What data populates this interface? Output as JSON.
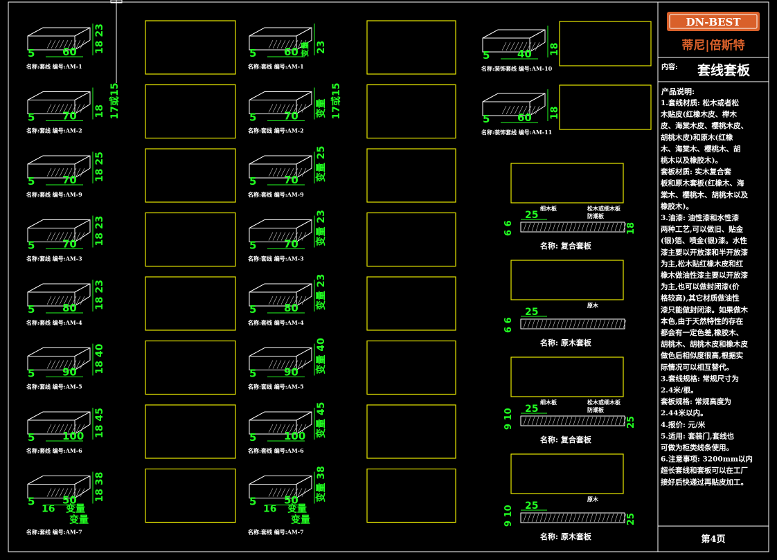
{
  "brand": {
    "logo_text": "DN-BEST",
    "cn_name": "蒂尼|倍斯特",
    "accent": "#d9602a"
  },
  "panel": {
    "content_label": "内容:",
    "content_title": "套线套板",
    "desc_title": "产品说明:",
    "desc_lines": [
      "  1.套线材质: 松木或者松",
      "木贴皮(红橡木皮、榉木",
      "皮、海棠木皮、樱桃木皮、",
      "胡桃木皮)和原木(红橡",
      "木、海棠木、樱桃木、胡",
      "桃木以及橡胶木)。",
      "  套板材质: 实木复合套",
      "板和原木套板(红橡木、海",
      "棠木、樱桃木、胡桃木以及",
      "橡胶木)。",
      "  3.油漆: 油性漆和水性漆",
      "两种工艺,可以做旧、贴金",
      "(银)箔、喷金(银)漆。水性",
      "漆主要以开放漆和半开放漆",
      "为主,松木贴红橡木皮和红",
      "橡木做油性漆主要以开放漆",
      "为主,也可以做封闭漆(价",
      "格较高),其它材质做油性",
      "漆只能做封闭漆。如果做木",
      "本色,由于天然特性的存在",
      "都会有一定色差,橡胶木、",
      "胡桃木、胡桃木皮和橡木皮",
      "做色后相似度很高,根据实",
      "际情况可以相互替代。",
      "  3.套线规格: 常规尺寸为",
      "2.4米/根。",
      "  套板规格: 常规高度为",
      "2.44米以内。",
      "  4.报价: 元/米",
      "  5.适用: 套装门,套线也",
      "可做为柜类线条使用。",
      "  6.注意事项: 3200mm以内",
      "超长套线和套板可以在工厂",
      "接好后快递过再贴皮加工。"
    ],
    "page_label": "第4页"
  },
  "col1": [
    {
      "w": "60",
      "d": "5",
      "h": "18 23",
      "caption": "名称:套线  编号:AM-1"
    },
    {
      "w": "70",
      "d": "5",
      "h": "18",
      "side": "17或15",
      "caption": "名称:套线  编号:AM-2"
    },
    {
      "w": "70",
      "d": "5",
      "h": "18 25",
      "caption": "名称:套线  编号:AM-9"
    },
    {
      "w": "70",
      "d": "5",
      "h": "18 23",
      "caption": "名称:套线  编号:AM-3"
    },
    {
      "w": "80",
      "d": "5",
      "h": "18 23",
      "caption": "名称:套线  编号:AM-4"
    },
    {
      "w": "90",
      "d": "5",
      "h": "18 40",
      "caption": "名称:套线  编号:AM-5"
    },
    {
      "w": "100",
      "d": "5",
      "h": "18 45",
      "caption": "名称:套线  编号:AM-6"
    },
    {
      "w": "50",
      "d": "5",
      "h": "18 38",
      "extra": "16",
      "var": "变量",
      "caption": "名称:套线  编号:AM-7"
    }
  ],
  "col2": [
    {
      "w": "60",
      "d": "5",
      "h": "23",
      "var": "变量",
      "caption": "名称:套线  编号:AM-1"
    },
    {
      "w": "70",
      "d": "5",
      "h": "变量",
      "side": "17或15",
      "caption": "名称:套线  编号:AM-2"
    },
    {
      "w": "70",
      "d": "5",
      "h": "变量 25",
      "caption": "名称:套线  编号:AM-9"
    },
    {
      "w": "70",
      "d": "5",
      "h": "变量 23",
      "caption": "名称:套线  编号:AM-3"
    },
    {
      "w": "80",
      "d": "5",
      "h": "变量 23",
      "caption": "名称:套线  编号:AM-4"
    },
    {
      "w": "90",
      "d": "5",
      "h": "变量 40",
      "caption": "名称:套线  编号:AM-5"
    },
    {
      "w": "100",
      "d": "5",
      "h": "变量 45",
      "caption": "名称:套线  编号:AM-6"
    },
    {
      "w": "50",
      "d": "5",
      "h": "变量 38",
      "extra": "16",
      "var": "变量",
      "caption": "名称:套线  编号:AM-7"
    }
  ],
  "col3": [
    {
      "w": "40",
      "d": "5",
      "h": "18",
      "caption": "名称:装饰套线  编号:AM-10"
    },
    {
      "w": "60",
      "d": "5",
      "h": "18",
      "caption": "名称:装饰套线  编号:AM-11"
    }
  ],
  "boards": [
    {
      "name": "名称: 复合套板",
      "left": "6 6",
      "top": "25",
      "right": "18",
      "note1": "细木板",
      "note2": "松木或细木板",
      "note3": "防潮板"
    },
    {
      "name": "名称: 原木套板",
      "left": "6 6",
      "top": "25",
      "right": "",
      "note1": "",
      "note2": "原木",
      "note3": ""
    },
    {
      "name": "名称: 复合套板",
      "left": "9 10",
      "top": "25",
      "right": "25",
      "note1": "细木板",
      "note2": "松木或细木板",
      "note3": "防潮板"
    },
    {
      "name": "名称: 原木套板",
      "left": "9 10",
      "top": "25",
      "right": "25",
      "note1": "",
      "note2": "原木",
      "note3": ""
    }
  ]
}
